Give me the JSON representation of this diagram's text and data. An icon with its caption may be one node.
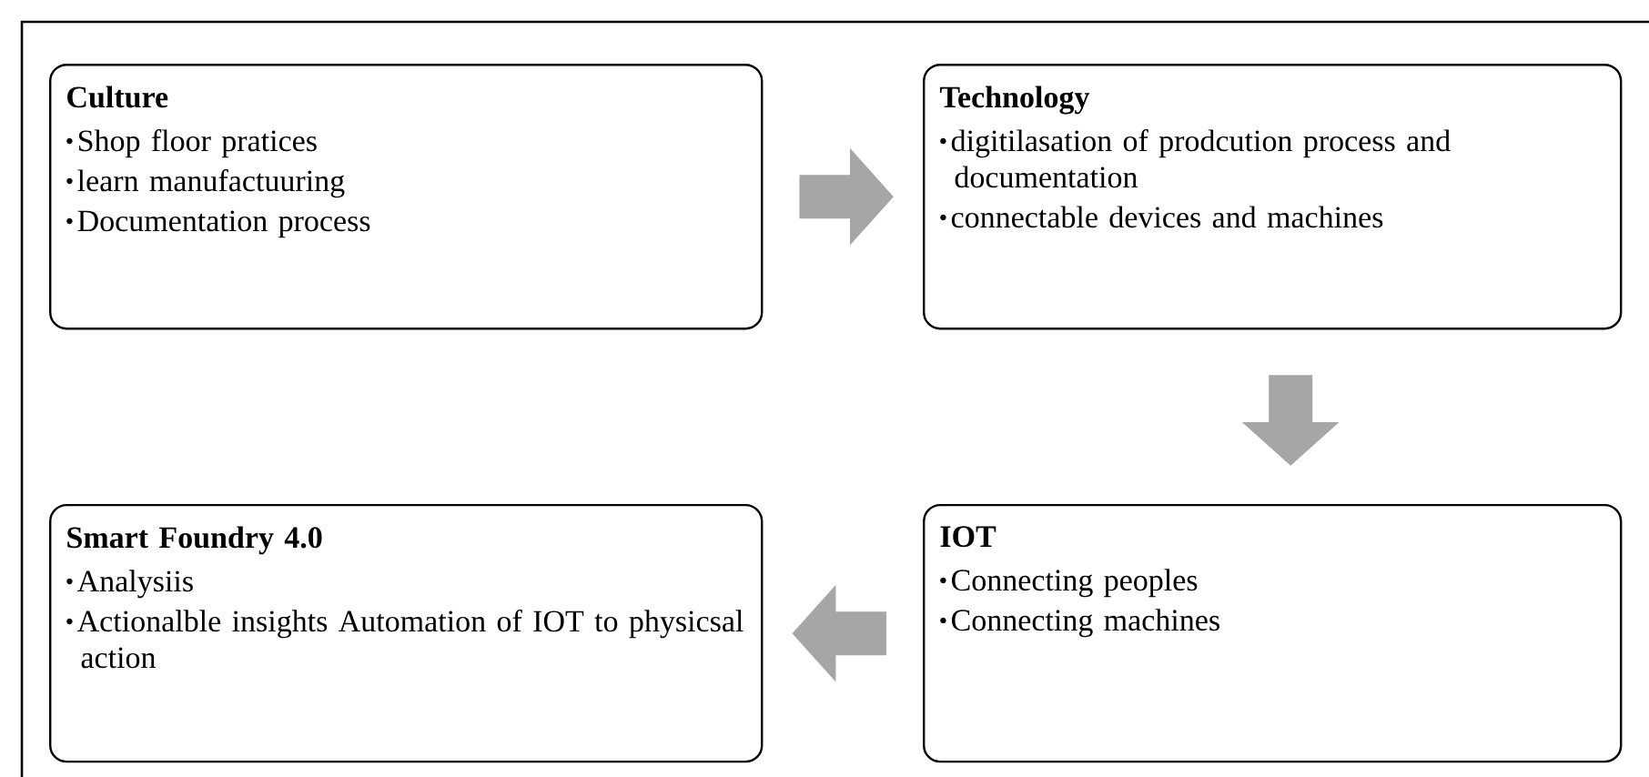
{
  "diagram": {
    "nodes": [
      {
        "text": [
          "Culture",
          "Shop floor pratices",
          "learn manufactuuring",
          "Documentation process"
        ]
      },
      {
        "text": [
          "Technology",
          "digitilasation of prodcution process and documentation",
          "connectable devices and machines"
        ]
      },
      {
        "text": [
          "IOT",
          "Connecting peoples",
          "Connecting machines"
        ]
      },
      {
        "text": [
          "Smart Foundry 4.0",
          "Analysiis",
          "Actionalble insights Automation of IOT to physicsal action"
        ]
      }
    ],
    "edges": [
      {
        "from": 0,
        "to": 1,
        "arrow": "to"
      },
      {
        "from": 1,
        "to": 2,
        "arrow": "to"
      },
      {
        "from": 2,
        "to": 3,
        "arrow": "to"
      }
    ]
  }
}
